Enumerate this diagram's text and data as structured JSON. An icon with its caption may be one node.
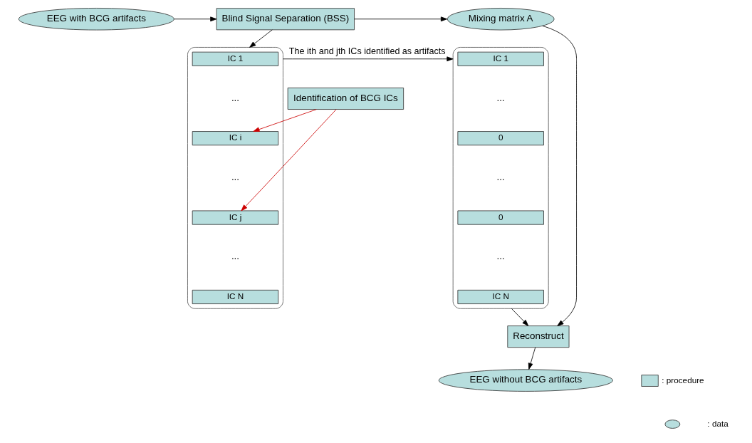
{
  "diagram": {
    "nodes": [
      {
        "text": [
          "EEG with BCG artifacts"
        ]
      },
      {
        "text": [
          "Blind Signal Separation (BSS)"
        ]
      },
      {
        "text": [
          "Mixing matrix A"
        ]
      },
      {
        "text": [],
        "shape": "bracket"
      },
      {
        "text": [
          "IC 1"
        ],
        "in": 3
      },
      {
        "text": [
          "IC i"
        ],
        "in": 3
      },
      {
        "text": [
          "IC j"
        ],
        "in": 3
      },
      {
        "text": [
          "IC N"
        ],
        "in": 3
      },
      {
        "text": [],
        "shape": "bracket"
      },
      {
        "text": [
          "IC 1"
        ],
        "in": 8
      },
      {
        "text": [
          "0"
        ],
        "in": 8
      },
      {
        "text": [
          "0"
        ],
        "in": 8
      },
      {
        "text": [
          "IC N"
        ],
        "in": 8
      },
      {
        "text": [
          "Identification of BCG ICs"
        ]
      },
      {
        "text": [
          "Reconstruct"
        ]
      },
      {
        "text": [
          "EEG without BCG artifacts"
        ]
      }
    ],
    "edges": [
      {
        "from": 0,
        "to": 1,
        "arrow": "to"
      },
      {
        "from": 1,
        "to": 2,
        "arrow": "to"
      },
      {
        "from": 1,
        "to": 3,
        "arrow": "to"
      },
      {
        "from": 13,
        "to": 5,
        "arrow": "to",
        "color": "#cc0000"
      },
      {
        "from": 13,
        "to": 6,
        "arrow": "to",
        "color": "#cc0000"
      },
      {
        "from": 3,
        "to": 8,
        "arrow": "to",
        "label": "The ith and jth ICs identified as artifacts"
      },
      {
        "from": 2,
        "to": 14,
        "arrow": "to"
      },
      {
        "from": 8,
        "to": 14,
        "arrow": "to"
      },
      {
        "from": 14,
        "to": 15,
        "arrow": "to"
      }
    ],
    "labels": [
      "...",
      "...",
      "...",
      "...",
      "...",
      "..."
    ],
    "legend": [
      {
        "text": ": procedure",
        "color": "#b7dede"
      },
      {
        "text": ": data"
      }
    ]
  }
}
